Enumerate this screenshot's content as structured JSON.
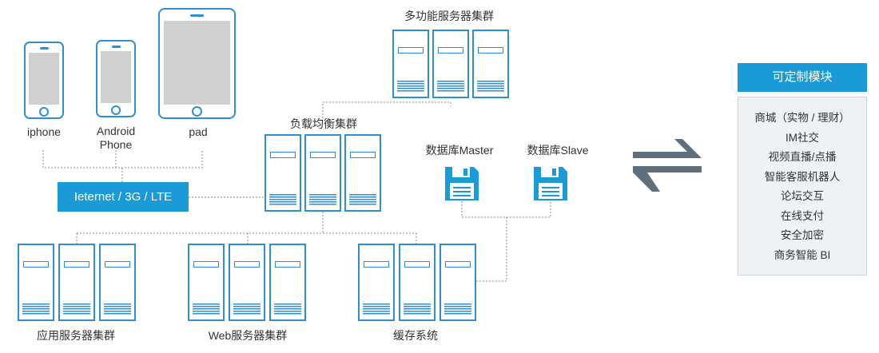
{
  "groups": {
    "multi_server": "多功能服务器集群",
    "load_balance": "负载均衡集群",
    "app_server": "应用服务器集群",
    "web_server": "Web服务器集群",
    "cache": "缓存系统"
  },
  "devices": {
    "iphone": "iphone",
    "android": "Android\nPhone",
    "pad": "pad"
  },
  "network": "Ieternet / 3G / LTE",
  "databases": {
    "master": "数据库Master",
    "slave": "数据库Slave"
  },
  "panel": {
    "title": "可定制模块",
    "items": [
      "商城（实物 / 理财）",
      "IM社交",
      "视频直播/点播",
      "智能客服机器人",
      "论坛交互",
      "在线支付",
      "安全加密",
      "商务智能 BI"
    ]
  },
  "colors": {
    "accent": "#1a9bd7",
    "outline": "#2f8fd0",
    "screen": "#d0d0d0",
    "panel_bg": "#eef2f5",
    "arrow": "#5f6f7c"
  }
}
